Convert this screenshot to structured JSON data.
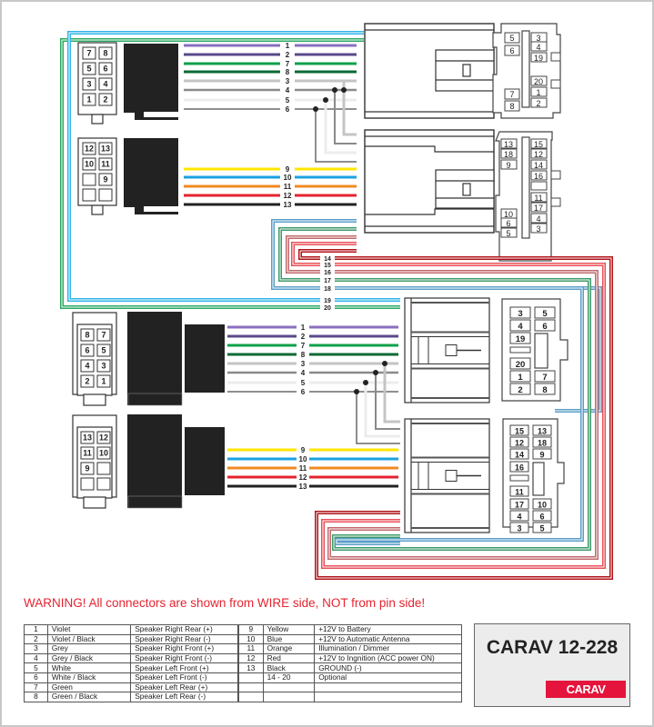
{
  "diagram": {
    "title": "CARAV 12-228",
    "brand": "CARAV",
    "warning": "WARNING! All connectors are shown from WIRE side, NOT from pin side!",
    "colors": {
      "violet": "#8a6fbf",
      "violet_black": "#5a4a8a",
      "green": "#0fa04a",
      "green_black": "#0a6a35",
      "grey": "#c4c4c4",
      "grey_black": "#8a8a8a",
      "white": "#ececec",
      "white_black": "#6a6a6a",
      "yellow": "#ffe600",
      "blue": "#1aa3e0",
      "orange": "#f08a24",
      "red": "#e42330",
      "black": "#222222",
      "w14": "#b01218",
      "w15": "#e8505a",
      "w16": "#c0686c",
      "w17": "#3d9a6a",
      "w18": "#5a9ec8",
      "w19": "#2fb4e8",
      "w20": "#2aa860",
      "warning": "#e52330",
      "brand_red": "#e4143c"
    },
    "top_block": {
      "plug_a_pins": [
        [
          "7",
          "8"
        ],
        [
          "5",
          "6"
        ],
        [
          "3",
          "4"
        ],
        [
          "1",
          "2"
        ]
      ],
      "plug_b_pins": [
        [
          "12",
          "13"
        ],
        [
          "10",
          "11"
        ],
        [
          "",
          "9"
        ],
        [
          "",
          ""
        ]
      ],
      "wires_a": [
        "1",
        "2",
        "7",
        "8",
        "3",
        "4",
        "5",
        "6"
      ],
      "wires_b": [
        "9",
        "10",
        "11",
        "12",
        "13"
      ],
      "loop_wires": [
        "14",
        "15",
        "16",
        "17",
        "18"
      ],
      "outer_wires": [
        "19",
        "20"
      ],
      "socket_a_left": [
        "5",
        "6",
        "",
        "",
        "7",
        "8"
      ],
      "socket_a_right": [
        "3",
        "4",
        "19",
        "20",
        "1",
        "2"
      ],
      "socket_b_left": [
        "13",
        "18",
        "9",
        "",
        "",
        "10",
        "6",
        "5"
      ],
      "socket_b_right": [
        "15",
        "12",
        "14",
        "16",
        "",
        "11",
        "17",
        "4",
        "3"
      ]
    },
    "bottom_block": {
      "plug_a_pins": [
        [
          "8",
          "7"
        ],
        [
          "6",
          "5"
        ],
        [
          "4",
          "3"
        ],
        [
          "2",
          "1"
        ]
      ],
      "plug_b_pins": [
        [
          "13",
          "12"
        ],
        [
          "11",
          "10"
        ],
        [
          "9",
          ""
        ],
        [
          "",
          ""
        ]
      ],
      "wires_a": [
        "1",
        "2",
        "7",
        "8",
        "3",
        "4",
        "5",
        "6"
      ],
      "wires_b": [
        "9",
        "10",
        "11",
        "12",
        "13"
      ],
      "socket_a_left": [
        "3",
        "4",
        "19",
        "",
        "20",
        "1",
        "2"
      ],
      "socket_a_right": [
        "5",
        "6",
        "7",
        "8"
      ],
      "socket_b_left": [
        "15",
        "12",
        "14",
        "16",
        "",
        "11",
        "17",
        "4",
        "3"
      ],
      "socket_b_right": [
        "13",
        "18",
        "9",
        "10",
        "6",
        "5"
      ]
    }
  },
  "legend": {
    "left": [
      {
        "num": "1",
        "color": "Violet",
        "function": "Speaker Right Rear (+)"
      },
      {
        "num": "2",
        "color": "Violet / Black",
        "function": "Speaker Right Rear (-)"
      },
      {
        "num": "3",
        "color": "Grey",
        "function": "Speaker Right Front (+)"
      },
      {
        "num": "4",
        "color": "Grey / Black",
        "function": "Speaker Right Front (-)"
      },
      {
        "num": "5",
        "color": "White",
        "function": "Speaker Left Front (+)"
      },
      {
        "num": "6",
        "color": "White / Black",
        "function": "Speaker Left Front (-)"
      },
      {
        "num": "7",
        "color": "Green",
        "function": "Speaker Left Rear (+)"
      },
      {
        "num": "8",
        "color": "Green / Black",
        "function": "Speaker Left Rear (-)"
      }
    ],
    "right": [
      {
        "num": "9",
        "color": "Yellow",
        "function": "+12V to Battery"
      },
      {
        "num": "10",
        "color": "Blue",
        "function": "+12V to Automatic Antenna"
      },
      {
        "num": "11",
        "color": "Orange",
        "function": "Illumination / Dimmer"
      },
      {
        "num": "12",
        "color": "Red",
        "function": "+12V to Ingnition (ACC power ON)"
      },
      {
        "num": "13",
        "color": "Black",
        "function": "GROUND (-)"
      },
      {
        "num": "",
        "color": "14 - 20",
        "function": "Optional"
      },
      {
        "num": "",
        "color": "",
        "function": ""
      },
      {
        "num": "",
        "color": "",
        "function": ""
      }
    ]
  }
}
